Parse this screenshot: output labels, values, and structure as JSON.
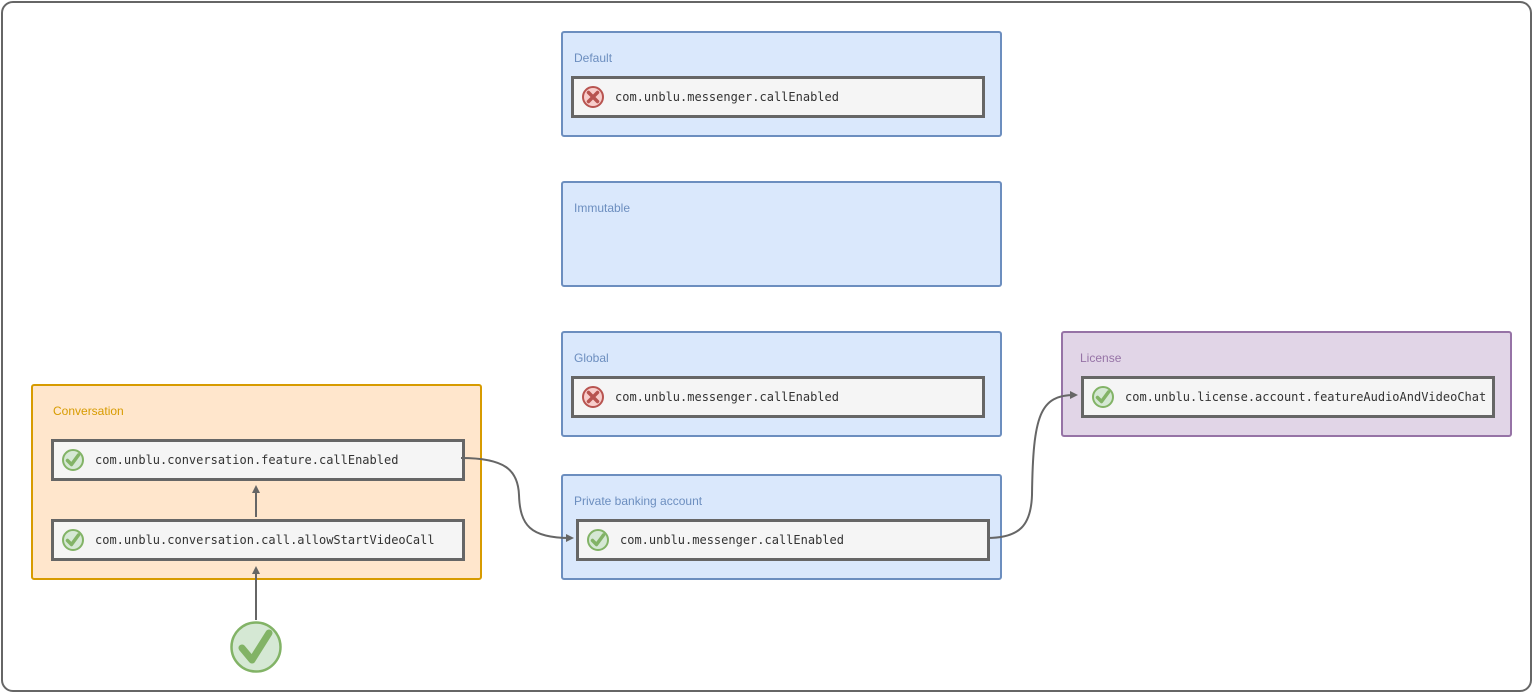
{
  "groups": {
    "default": {
      "label": "Default",
      "setting": "com.unblu.messenger.callEnabled",
      "status": "disabled"
    },
    "immutable": {
      "label": "Immutable"
    },
    "global": {
      "label": "Global",
      "setting": "com.unblu.messenger.callEnabled",
      "status": "disabled"
    },
    "private_banking": {
      "label": "Private banking account",
      "setting": "com.unblu.messenger.callEnabled",
      "status": "enabled"
    },
    "license": {
      "label": "License",
      "setting": "com.unblu.license.account.featureAudioAndVideoChat",
      "status": "enabled"
    },
    "conversation": {
      "label": "Conversation",
      "setting_top": "com.unblu.conversation.feature.callEnabled",
      "setting_bottom": "com.unblu.conversation.call.allowStartVideoCall",
      "status_top": "enabled",
      "status_bottom": "enabled"
    }
  },
  "result": {
    "status": "enabled",
    "icon": "check-circle-icon"
  },
  "colors": {
    "blue_fill": "#dae8fc",
    "blue_stroke": "#6c8ebf",
    "orange_fill": "#ffe6cc",
    "orange_stroke": "#d79b00",
    "purple_fill": "#e1d5e7",
    "purple_stroke": "#9673a6",
    "enabled": "#82b366",
    "disabled": "#b85450",
    "connector": "#666666"
  }
}
